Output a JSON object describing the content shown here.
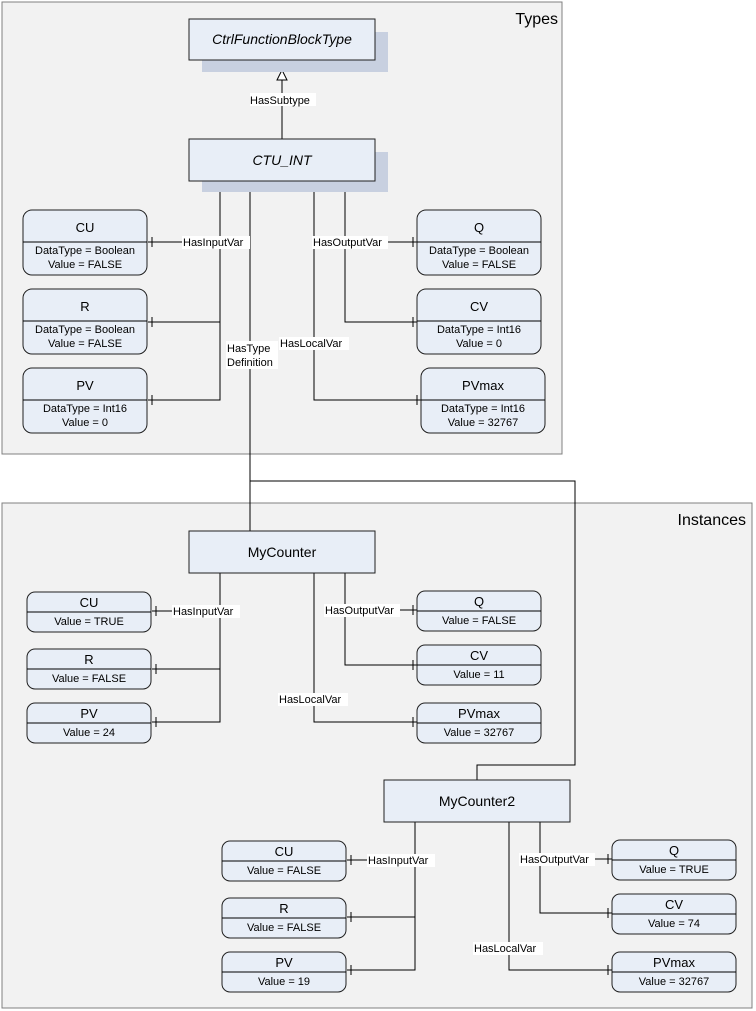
{
  "sections": {
    "types": "Types",
    "instances": "Instances"
  },
  "refs": {
    "has_subtype": "HasSubtype",
    "has_input_var": "HasInputVar",
    "has_output_var": "HasOutputVar",
    "has_local_var": "HasLocalVar",
    "has_type_def_1": "HasType",
    "has_type_def_2": "Definition"
  },
  "types": {
    "base": "CtrlFunctionBlockType",
    "ctu": "CTU_INT",
    "cu": {
      "name": "CU",
      "dt": "DataType = Boolean",
      "val": "Value = FALSE"
    },
    "r": {
      "name": "R",
      "dt": "DataType = Boolean",
      "val": "Value = FALSE"
    },
    "pv": {
      "name": "PV",
      "dt": "DataType = Int16",
      "val": "Value = 0"
    },
    "q": {
      "name": "Q",
      "dt": "DataType = Boolean",
      "val": "Value = FALSE"
    },
    "cv": {
      "name": "CV",
      "dt": "DataType = Int16",
      "val": "Value = 0"
    },
    "pvmax": {
      "name": "PVmax",
      "dt": "DataType = Int16",
      "val": "Value = 32767"
    }
  },
  "counter1": {
    "name": "MyCounter",
    "cu": {
      "name": "CU",
      "val": "Value = TRUE"
    },
    "r": {
      "name": "R",
      "val": "Value = FALSE"
    },
    "pv": {
      "name": "PV",
      "val": "Value = 24"
    },
    "q": {
      "name": "Q",
      "val": "Value = FALSE"
    },
    "cv": {
      "name": "CV",
      "val": "Value = 11"
    },
    "pvmax": {
      "name": "PVmax",
      "val": "Value = 32767"
    }
  },
  "counter2": {
    "name": "MyCounter2",
    "cu": {
      "name": "CU",
      "val": "Value = FALSE"
    },
    "r": {
      "name": "R",
      "val": "Value = FALSE"
    },
    "pv": {
      "name": "PV",
      "val": "Value = 19"
    },
    "q": {
      "name": "Q",
      "val": "Value = TRUE"
    },
    "cv": {
      "name": "CV",
      "val": "Value = 74"
    },
    "pvmax": {
      "name": "PVmax",
      "val": "Value = 32767"
    }
  }
}
